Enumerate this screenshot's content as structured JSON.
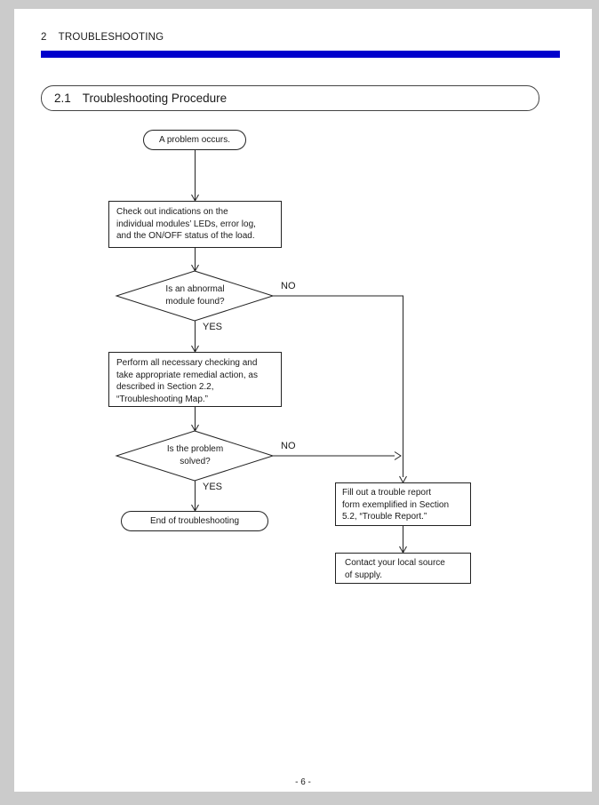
{
  "header": {
    "chapter_number": "2",
    "chapter_title": "TROUBLESHOOTING"
  },
  "section": {
    "number": "2.1",
    "title": "Troubleshooting Procedure"
  },
  "footer": {
    "page_number": "- 6 -"
  },
  "colors": {
    "accent_bar": "#0000CC",
    "page_background": "#FFFFFF",
    "surround_background": "#CBCBCB",
    "line": "#222222"
  },
  "flowchart": {
    "start_terminal": "A problem occurs.",
    "check_process": "Check out indications on the\nindividual modules’ LEDs, error log,\nand the ON/OFF status of the load.",
    "decision_abnormal": "Is an abnormal\nmodule found?",
    "decision_abnormal_no": "NO",
    "decision_abnormal_yes": "YES",
    "perform_process": "Perform all necessary checking and\ntake appropriate remedial action, as\ndescribed in Section 2.2,\n“Troubleshooting Map.”",
    "decision_solved": "Is the problem\nsolved?",
    "decision_solved_no": "NO",
    "decision_solved_yes": "YES",
    "end_terminal": "End of troubleshooting",
    "report_process": "Fill out a trouble report\nform exemplified in Section\n5.2, “Trouble Report.”",
    "contact_process": "Contact your local source\nof supply."
  }
}
